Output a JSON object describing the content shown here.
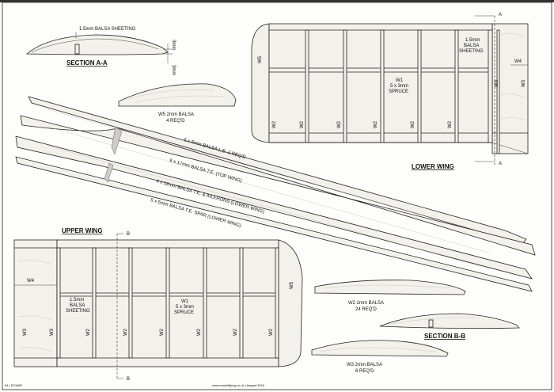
{
  "section_aa": {
    "title": "SECTION A-A",
    "sheeting_note": "1.5mm BALSA SHEETING",
    "dim_top": "3mm",
    "dim_bottom": "3mm"
  },
  "section_bb": {
    "title": "SECTION B-B"
  },
  "lower_wing": {
    "title": "LOWER WING",
    "sheeting_note": [
      "1.5mm",
      "BALSA",
      "SHEETING"
    ],
    "w1_note": [
      "W1",
      "5 x 3mm",
      "SPRUCE"
    ],
    "rib_labels": [
      "W2",
      "W2",
      "W2",
      "W2",
      "W2",
      "W2"
    ],
    "tip_label": "W5",
    "root_labels": [
      "W3",
      "W3"
    ],
    "w4_label": "W4",
    "section_mark": "A"
  },
  "upper_wing": {
    "title": "UPPER WING",
    "sheeting_note": [
      "1.5mm",
      "BALSA",
      "SHEETING"
    ],
    "w1_note": [
      "W1",
      "5 x 3mm",
      "SPRUCE"
    ],
    "rib_labels": [
      "W2",
      "W2",
      "W2",
      "W2",
      "W2",
      "W2"
    ],
    "tip_label": "W5",
    "root_labels": [
      "W3",
      "W3"
    ],
    "w4_label": "W4",
    "section_mark": "B"
  },
  "parts": {
    "w5": [
      "W5 2mm BALSA",
      "4 REQ'D"
    ],
    "w2": [
      "W2 2mm BALSA",
      "24 REQ'D"
    ],
    "w3": [
      "W3 2mm BALSA",
      "6 REQ'D"
    ]
  },
  "strips": [
    "5 x 6mm BALSA L.E. 2 REQ'D",
    "6 x 17mm BALSA T.E. (TOP WING)",
    "4 x 12mm BALSA T.E. & AILERONS (LOWER WING)",
    "5 x 5mm BALSA T.E. SPAR (LOWER WING)"
  ],
  "footer": {
    "page": "84 | RCM&E",
    "site": "www.modelflying.co.uk | August 2016"
  }
}
